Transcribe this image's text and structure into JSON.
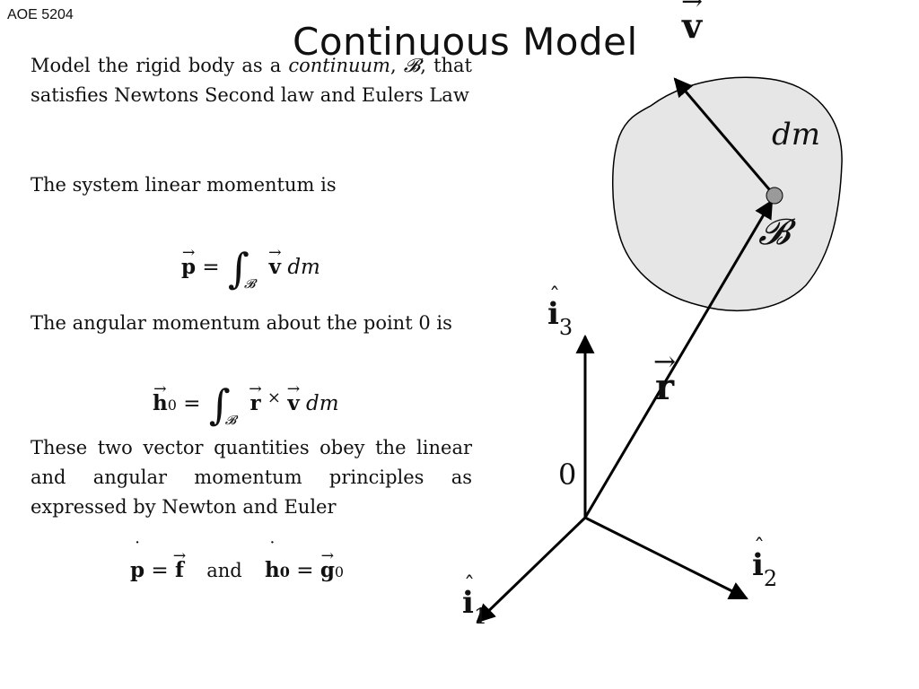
{
  "header": {
    "course": "AOE 5204",
    "title": "Continuous Model"
  },
  "paragraphs": {
    "intro_before": "Model the rigid body as a ",
    "intro_em": "continuum",
    "intro_sep": ", ",
    "intro_symbol": "𝓑",
    "intro_after": ", that satisfies Newtons Second law and Eulers Law",
    "linear": "The system linear momentum is",
    "angular": "The angular momentum about the point 0 is",
    "principles": "These two vector quantities obey the linear and angular momentum principles as expressed by Newton and Euler"
  },
  "equations": {
    "p_def": {
      "lhs": "p",
      "eq": "=",
      "int": "∫",
      "sub": "𝓑",
      "v": "v",
      "dm": "dm"
    },
    "h_def": {
      "lhs": "h",
      "lhs_sub": "0",
      "eq": "=",
      "int": "∫",
      "sub": "𝓑",
      "r": "r",
      "cross": "×",
      "v": "v",
      "dm": "dm"
    },
    "laws": {
      "p": "p",
      "eq1": "=",
      "f": "f",
      "and": "and",
      "h": "h",
      "h_sub": "0",
      "eq2": "=",
      "g": "g",
      "g_sub": "0"
    }
  },
  "figure": {
    "label_v": "v",
    "label_dm": "dm",
    "label_B": "𝓑",
    "label_i3": "i",
    "label_i3_sub": "3",
    "label_r": "r",
    "label_origin": "0",
    "label_i2": "i",
    "label_i2_sub": "2",
    "label_i1": "i",
    "label_i1_sub": "1",
    "colors": {
      "body_fill": "#e6e6e6",
      "point_fill": "#9a9a9a",
      "stroke": "#000000"
    }
  }
}
